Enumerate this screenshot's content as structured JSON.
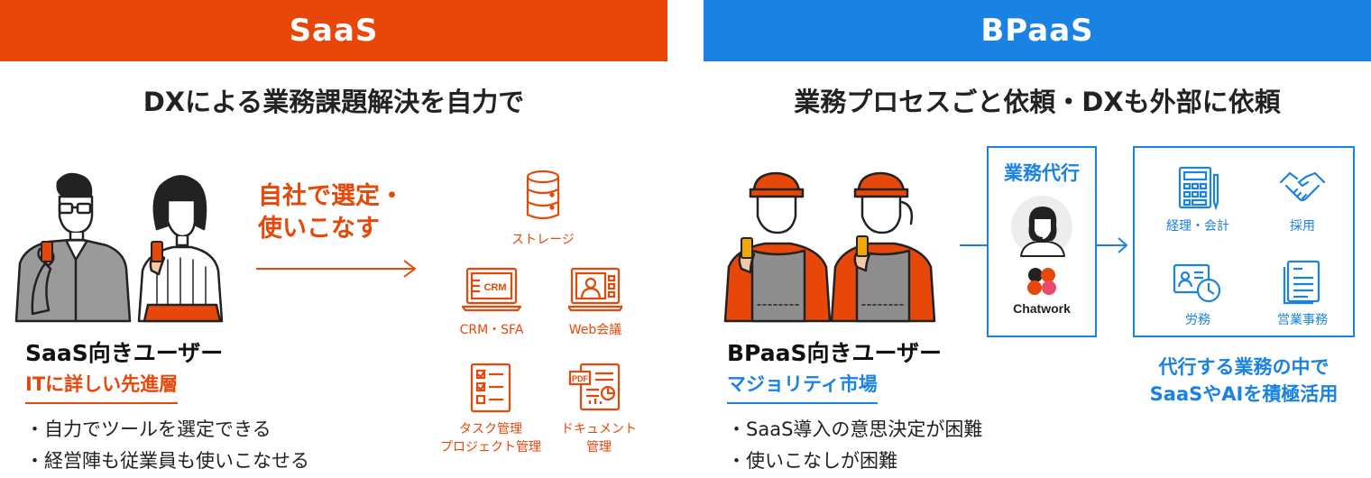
{
  "colors": {
    "saas": "#e8470a",
    "bpaas": "#1a82e2",
    "text": "#222222"
  },
  "saas": {
    "header": "SaaS",
    "subtitle": "DXによる業務課題解決を自力で",
    "arrow_text": [
      "自社で選定・",
      "使いこなす"
    ],
    "user_title": "SaaS向きユーザー",
    "user_tag": "ITに詳しい先進層",
    "bullets": [
      "・自力でツールを選定できる",
      "・経営陣も従業員も使いこなせる"
    ],
    "tools": [
      {
        "icon": "database-icon",
        "label": "ストレージ"
      },
      {
        "icon": "crm-laptop-icon",
        "label": "CRM・SFA",
        "icon_text": "CRM"
      },
      {
        "icon": "video-meeting-icon",
        "label": "Web会議"
      },
      {
        "icon": "task-list-icon",
        "label": [
          "タスク管理",
          "プロジェクト管理"
        ]
      },
      {
        "icon": "pdf-document-icon",
        "label": [
          "ドキュメント",
          "管理"
        ],
        "icon_text": "PDF"
      }
    ]
  },
  "bpaas": {
    "header": "BPaaS",
    "subtitle": "業務プロセスごと依頼・DXも外部に依頼",
    "user_title": "BPaaS向きユーザー",
    "user_tag": "マジョリティ市場",
    "bullets": [
      "・SaaS導入の意思決定が困難",
      "・使いこなしが困難"
    ],
    "outsource": {
      "title": "業務代行",
      "logo_text": "Chatwork",
      "icons": [
        "operator-avatar-icon",
        "chatwork-logo-icon"
      ]
    },
    "services": [
      {
        "icon": "calculator-icon",
        "label": "経理・会計"
      },
      {
        "icon": "handshake-icon",
        "label": "採用"
      },
      {
        "icon": "labor-clock-icon",
        "label": "労務"
      },
      {
        "icon": "document-stack-icon",
        "label": "営業事務"
      }
    ],
    "caption": [
      "代行する業務の中で",
      "SaaSやAIを積極活用"
    ]
  }
}
